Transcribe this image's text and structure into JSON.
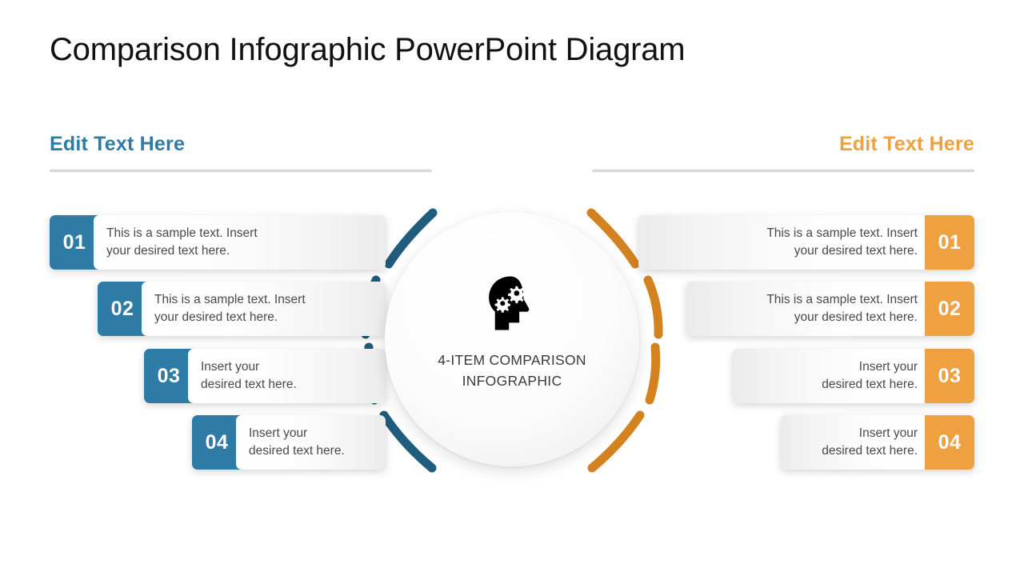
{
  "title": "Comparison Infographic PowerPoint Diagram",
  "colors": {
    "blue": "#2E7BA6",
    "blue_arc": "#1F5C7D",
    "orange": "#EFA040",
    "orange_arc": "#D4821F",
    "rule": "#D5D5D5",
    "body_text": "#4a4a4a"
  },
  "left_column": {
    "header": "Edit Text Here",
    "items": [
      {
        "number": "01",
        "text": "This is a sample text. Insert\nyour desired text here."
      },
      {
        "number": "02",
        "text": "This is a sample text. Insert\nyour desired text here."
      },
      {
        "number": "03",
        "text": "Insert your\ndesired text here."
      },
      {
        "number": "04",
        "text": "Insert your\ndesired text here."
      }
    ]
  },
  "right_column": {
    "header": "Edit Text Here",
    "items": [
      {
        "number": "01",
        "text": "This is a sample text. Insert\nyour desired text here."
      },
      {
        "number": "02",
        "text": "This is a sample text. Insert\nyour desired text here."
      },
      {
        "number": "03",
        "text": "Insert your\ndesired text here."
      },
      {
        "number": "04",
        "text": "Insert your\ndesired text here."
      }
    ]
  },
  "center": {
    "icon": "head-with-gears-icon",
    "caption": "4-ITEM COMPARISON\nINFOGRAPHIC"
  }
}
